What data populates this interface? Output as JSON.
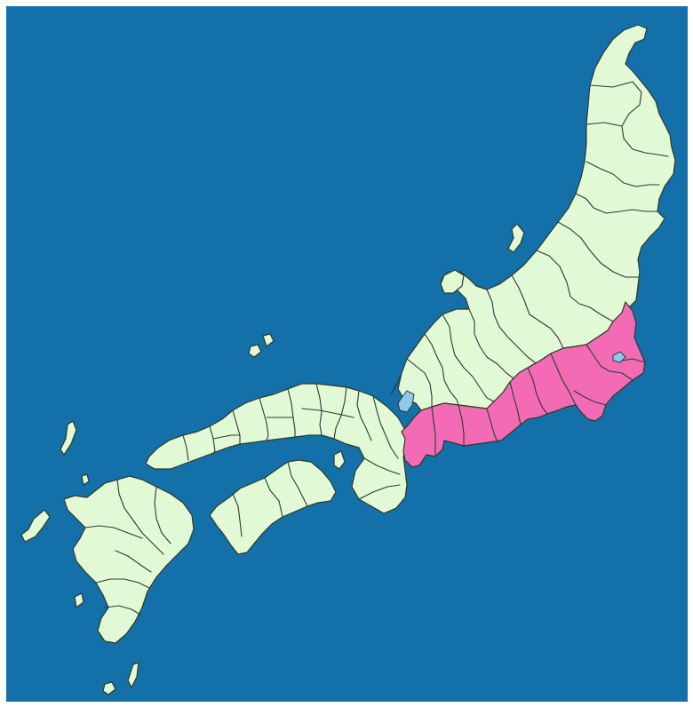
{
  "map": {
    "colors": {
      "ocean": "#1470a8",
      "land": "#e2f9d6",
      "highlight": "#f26bb4",
      "lake": "#8ec9ec",
      "border": "#2c3a2c",
      "frame": "#ffffff"
    },
    "regions": [
      {
        "id": "tohoku-hokuriku",
        "state": "default"
      },
      {
        "id": "kinai-san-in-san-yo",
        "state": "default"
      },
      {
        "id": "shikoku",
        "state": "default"
      },
      {
        "id": "kyushu",
        "state": "default"
      },
      {
        "id": "tokaido",
        "state": "highlighted"
      }
    ],
    "lakes": [
      "lake-biwa",
      "lake-kasumigaura"
    ]
  }
}
